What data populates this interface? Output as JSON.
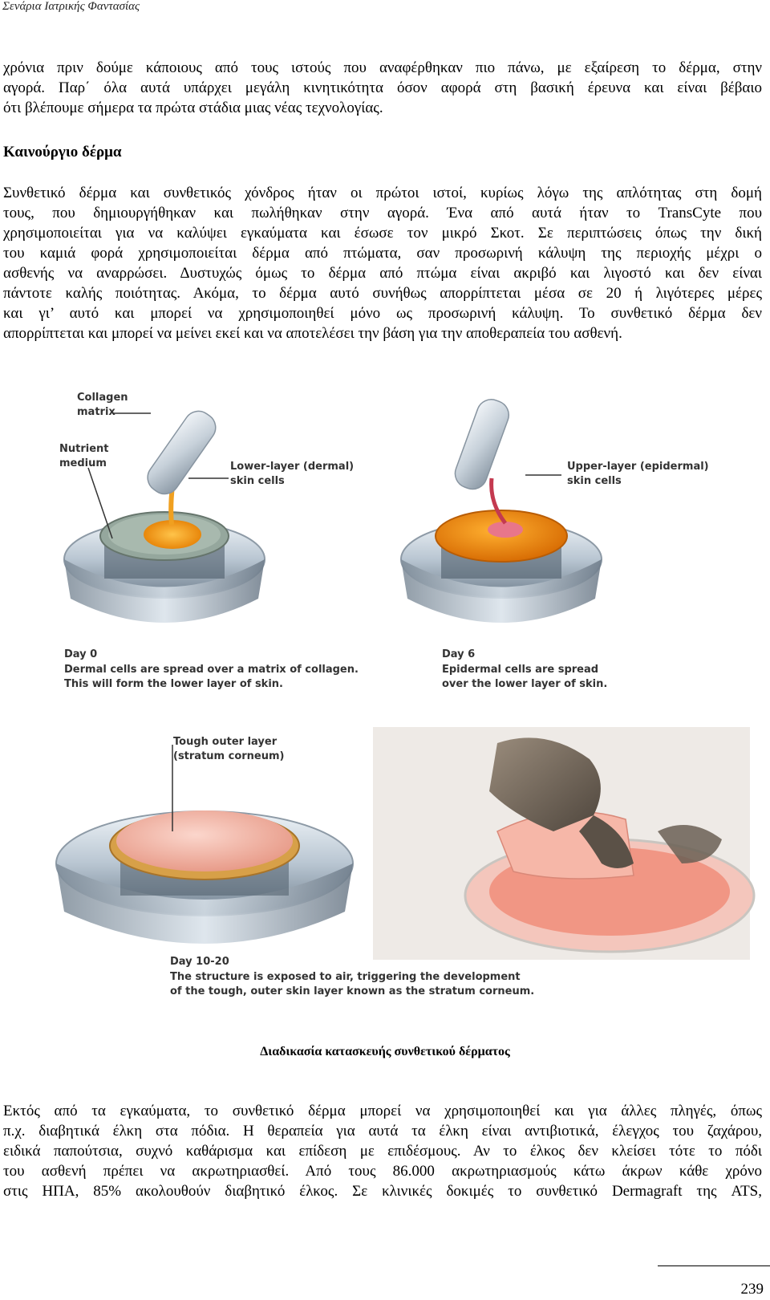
{
  "running_head": "Σενάρια Ιατρικής Φαντασίας",
  "intro_lines": [
    "χρόνια πριν δούμε κάποιους από τους ιστούς που αναφέρθηκαν πιο πάνω, με εξαίρεση το δέρμα, στην",
    "αγορά. Παρ΄ όλα αυτά υπάρχει μεγάλη κινητικότητα όσον αφορά στη βασική έρευνα και είναι βέβαιο",
    "ότι βλέπουμε σήμερα τα πρώτα στάδια μιας νέας τεχνολογίας."
  ],
  "section_heading": "Καινούργιο δέρμα",
  "body_lines": [
    "Συνθετικό δέρμα και συνθετικός χόνδρος ήταν οι πρώτοι ιστοί, κυρίως λόγω της απλότητας στη δομή",
    "τους, που δημιουργήθηκαν και πωλήθηκαν στην αγορά. Ένα από αυτά ήταν το TransCyte που",
    "χρησιμοποιείται για να καλύψει εγκαύματα και έσωσε τον μικρό Σκοτ. Σε περιπτώσεις όπως την δική",
    "του καμιά φορά χρησιμοποιείται δέρμα από πτώματα, σαν προσωρινή κάλυψη της περιοχής μέχρι ο",
    "ασθενής να αναρρώσει. Δυστυχώς όμως το δέρμα από πτώμα είναι ακριβό και λιγοστό και δεν είναι",
    "πάντοτε καλής ποιότητας. Ακόμα, το δέρμα αυτό συνήθως απορρίπτεται μέσα σε 20 ή λιγότερες μέρες",
    "και γι’ αυτό και μπορεί να χρησιμοποιηθεί μόνο ως προσωρινή κάλυψη. Το συνθετικό δέρμα δεν",
    "απορρίπτεται και μπορεί να μείνει εκεί και να αποτελέσει την βάση για την αποθεραπεία του ασθενή."
  ],
  "figure": {
    "collagen_label": "Collagen\nmatrix",
    "nutrient_label": "Nutrient\nmedium",
    "lower_layer_label": "Lower-layer (dermal)\nskin cells",
    "upper_layer_label": "Upper-layer (epidermal)\nskin cells",
    "day0_title": "Day 0",
    "day0_text": "Dermal cells are spread over a matrix of collagen.\nThis will form the lower layer of skin.",
    "day6_title": "Day 6",
    "day6_text": "Epidermal cells are spread\nover the lower layer of skin.",
    "outer_layer_label": "Tough outer layer\n(stratum corneum)",
    "day10_title": "Day 10-20",
    "day10_text": "The structure is exposed to air, triggering the development\nof the tough, outer skin layer known as the stratum corneum."
  },
  "caption": "Διαδικασία κατασκευής συνθετικού δέρματος",
  "closing_lines": [
    "Εκτός από τα εγκαύματα, το συνθετικό δέρμα μπορεί να χρησιμοποιηθεί και για άλλες πληγές, όπως",
    "π.χ. διαβητικά έλκη στα πόδια. Η θεραπεία για αυτά τα έλκη είναι αντιβιοτικά, έλεγχος του ζαχάρου,",
    "ειδικά παπούτσια, συχνό καθάρισμα και επίδεση με επιδέσμους. Αν το έλκος δεν κλείσει τότε το πόδι",
    "του ασθενή πρέπει να ακρωτηριασθεί. Από τους 86.000 ακρωτηριασμούς κάτω άκρων κάθε χρόνο",
    "στις ΗΠΑ, 85% ακολουθούν διαβητικό έλκος. Σε κλινικές δοκιμές το συνθετικό Dermagraft της ATS,"
  ],
  "page_number": "239"
}
